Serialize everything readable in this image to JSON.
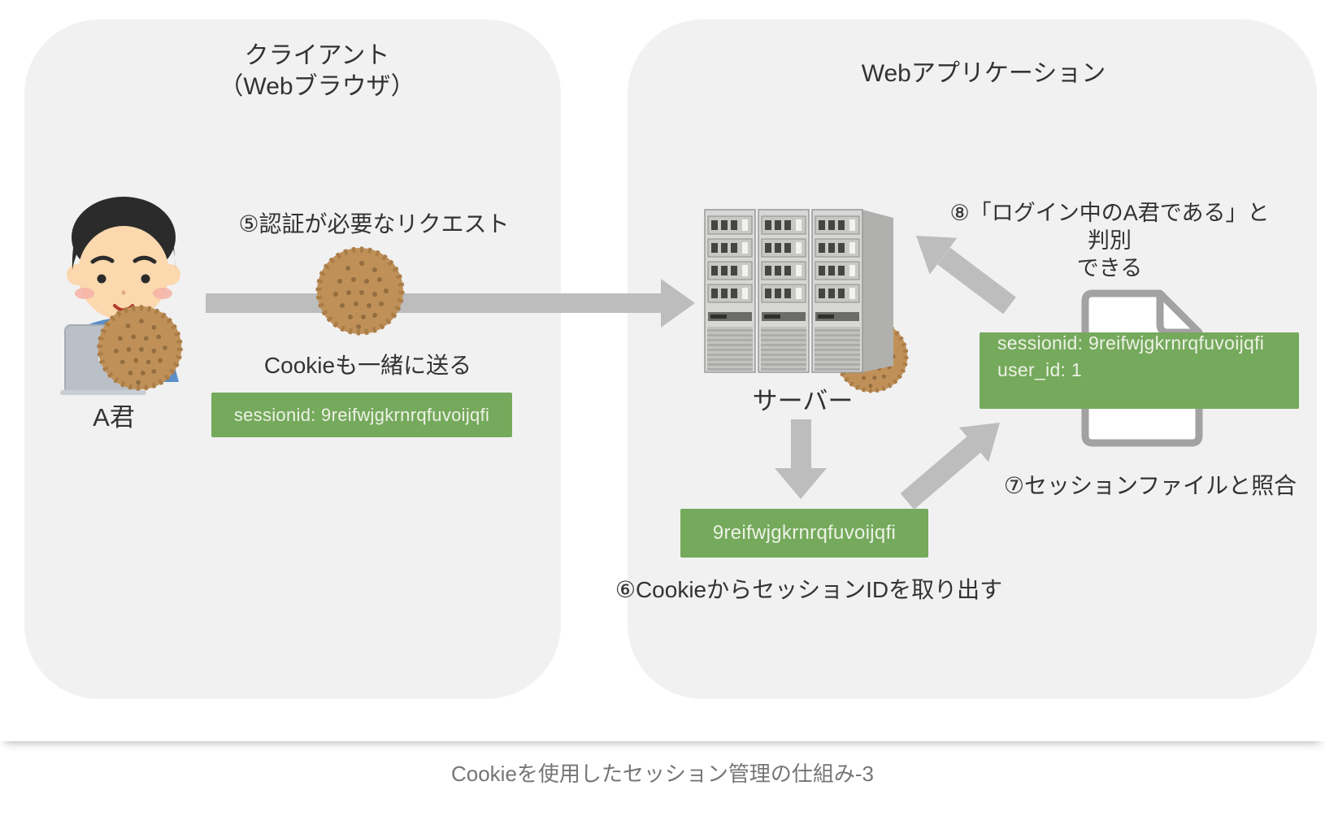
{
  "client_panel": {
    "title_line1": "クライアント",
    "title_line2": "（Webブラウザ）",
    "user_label": "A君",
    "step5": "⑤認証が必要なリクエスト",
    "cookie_note": "Cookieも一緒に送る",
    "session_box": "sessionid: 9reifwjgkrnrqfuvoijqfi"
  },
  "web_panel": {
    "title": "Webアプリケーション",
    "server_label": "サーバー",
    "step6": "⑥CookieからセッションIDを取り出す",
    "extracted_session_id": "9reifwjgkrnrqfuvoijqfi",
    "step7": "⑦セッションファイルと照合",
    "step8_line1": "⑧「ログイン中のA君である」と判別",
    "step8_line2": "できる",
    "session_file_line1": "sessionid: 9reifwjgkrnrqfuvoijqfi",
    "session_file_line2": "user_id: 1"
  },
  "caption": "Cookieを使用したセッション管理の仕組み-3",
  "colors": {
    "green": "#75a95c",
    "green_text": "#edf2e6",
    "arrow_gray": "#bdbdbd",
    "panel_bg": "#f1f1f2",
    "text": "#333333",
    "caption_text": "#757575"
  }
}
